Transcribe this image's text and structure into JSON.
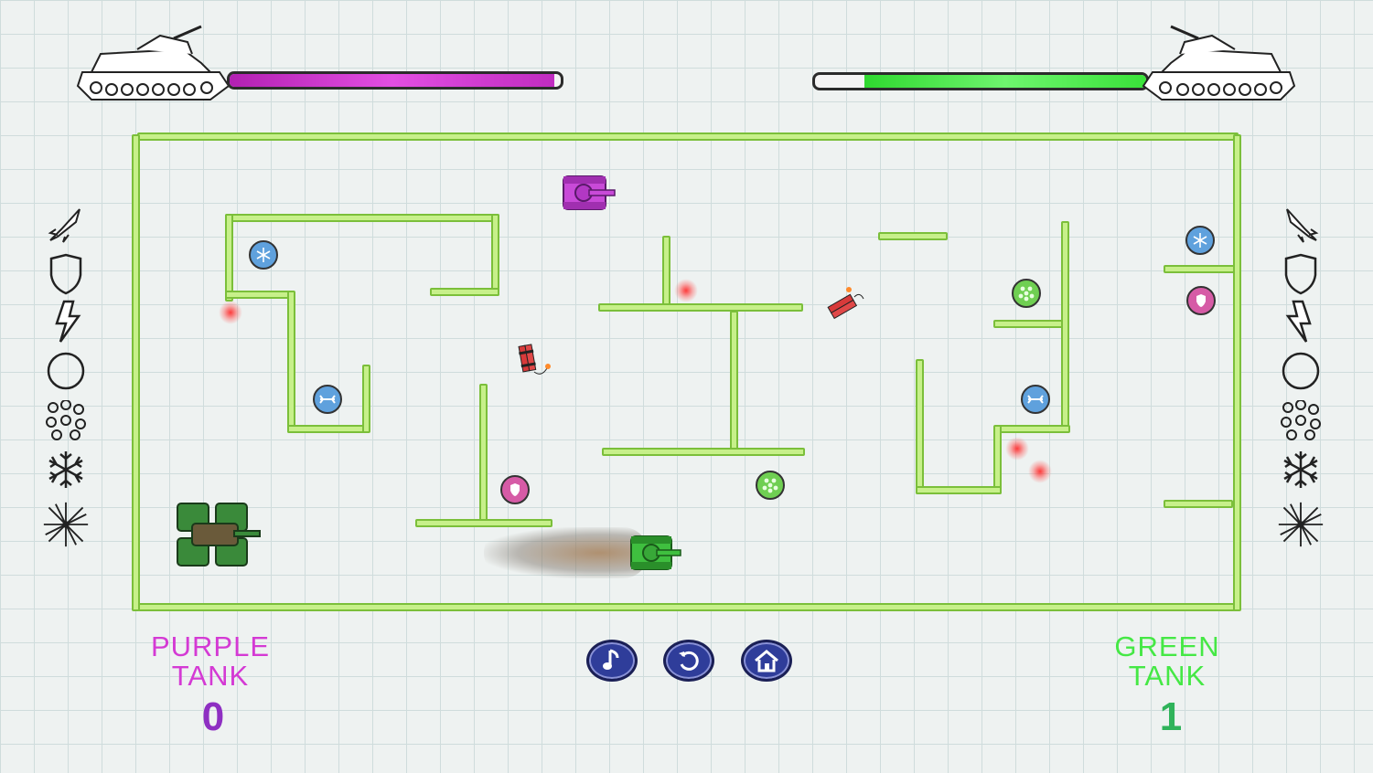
{
  "players": {
    "purple": {
      "name_line1": "PURPLE",
      "name_line2": "TANK",
      "score": "0",
      "health": 0.98,
      "color": "#d43ad4",
      "score_color": "#8e2fc2"
    },
    "green": {
      "name_line1": "GREEN",
      "name_line2": "TANK",
      "score": "1",
      "health": 0.85,
      "color": "#45e845",
      "score_color": "#2fb35a"
    }
  },
  "powerups_left": [
    {
      "icon": "rocket-icon"
    },
    {
      "icon": "shield-icon"
    },
    {
      "icon": "lightning-icon"
    },
    {
      "icon": "bubble-icon"
    },
    {
      "icon": "multishot-icon"
    },
    {
      "icon": "snowflake-icon"
    },
    {
      "icon": "laser-icon"
    }
  ],
  "powerups_right": [
    {
      "icon": "rocket-icon"
    },
    {
      "icon": "shield-icon"
    },
    {
      "icon": "lightning-icon"
    },
    {
      "icon": "bubble-icon"
    },
    {
      "icon": "multishot-icon"
    },
    {
      "icon": "snowflake-icon"
    },
    {
      "icon": "laser-icon"
    }
  ],
  "controls": [
    {
      "icon": "music-note-icon"
    },
    {
      "icon": "restart-icon"
    },
    {
      "icon": "home-icon"
    }
  ],
  "colors": {
    "wall": "#c7f08a",
    "wall_border": "#7bbf3a",
    "button": "#2f3d9a"
  }
}
